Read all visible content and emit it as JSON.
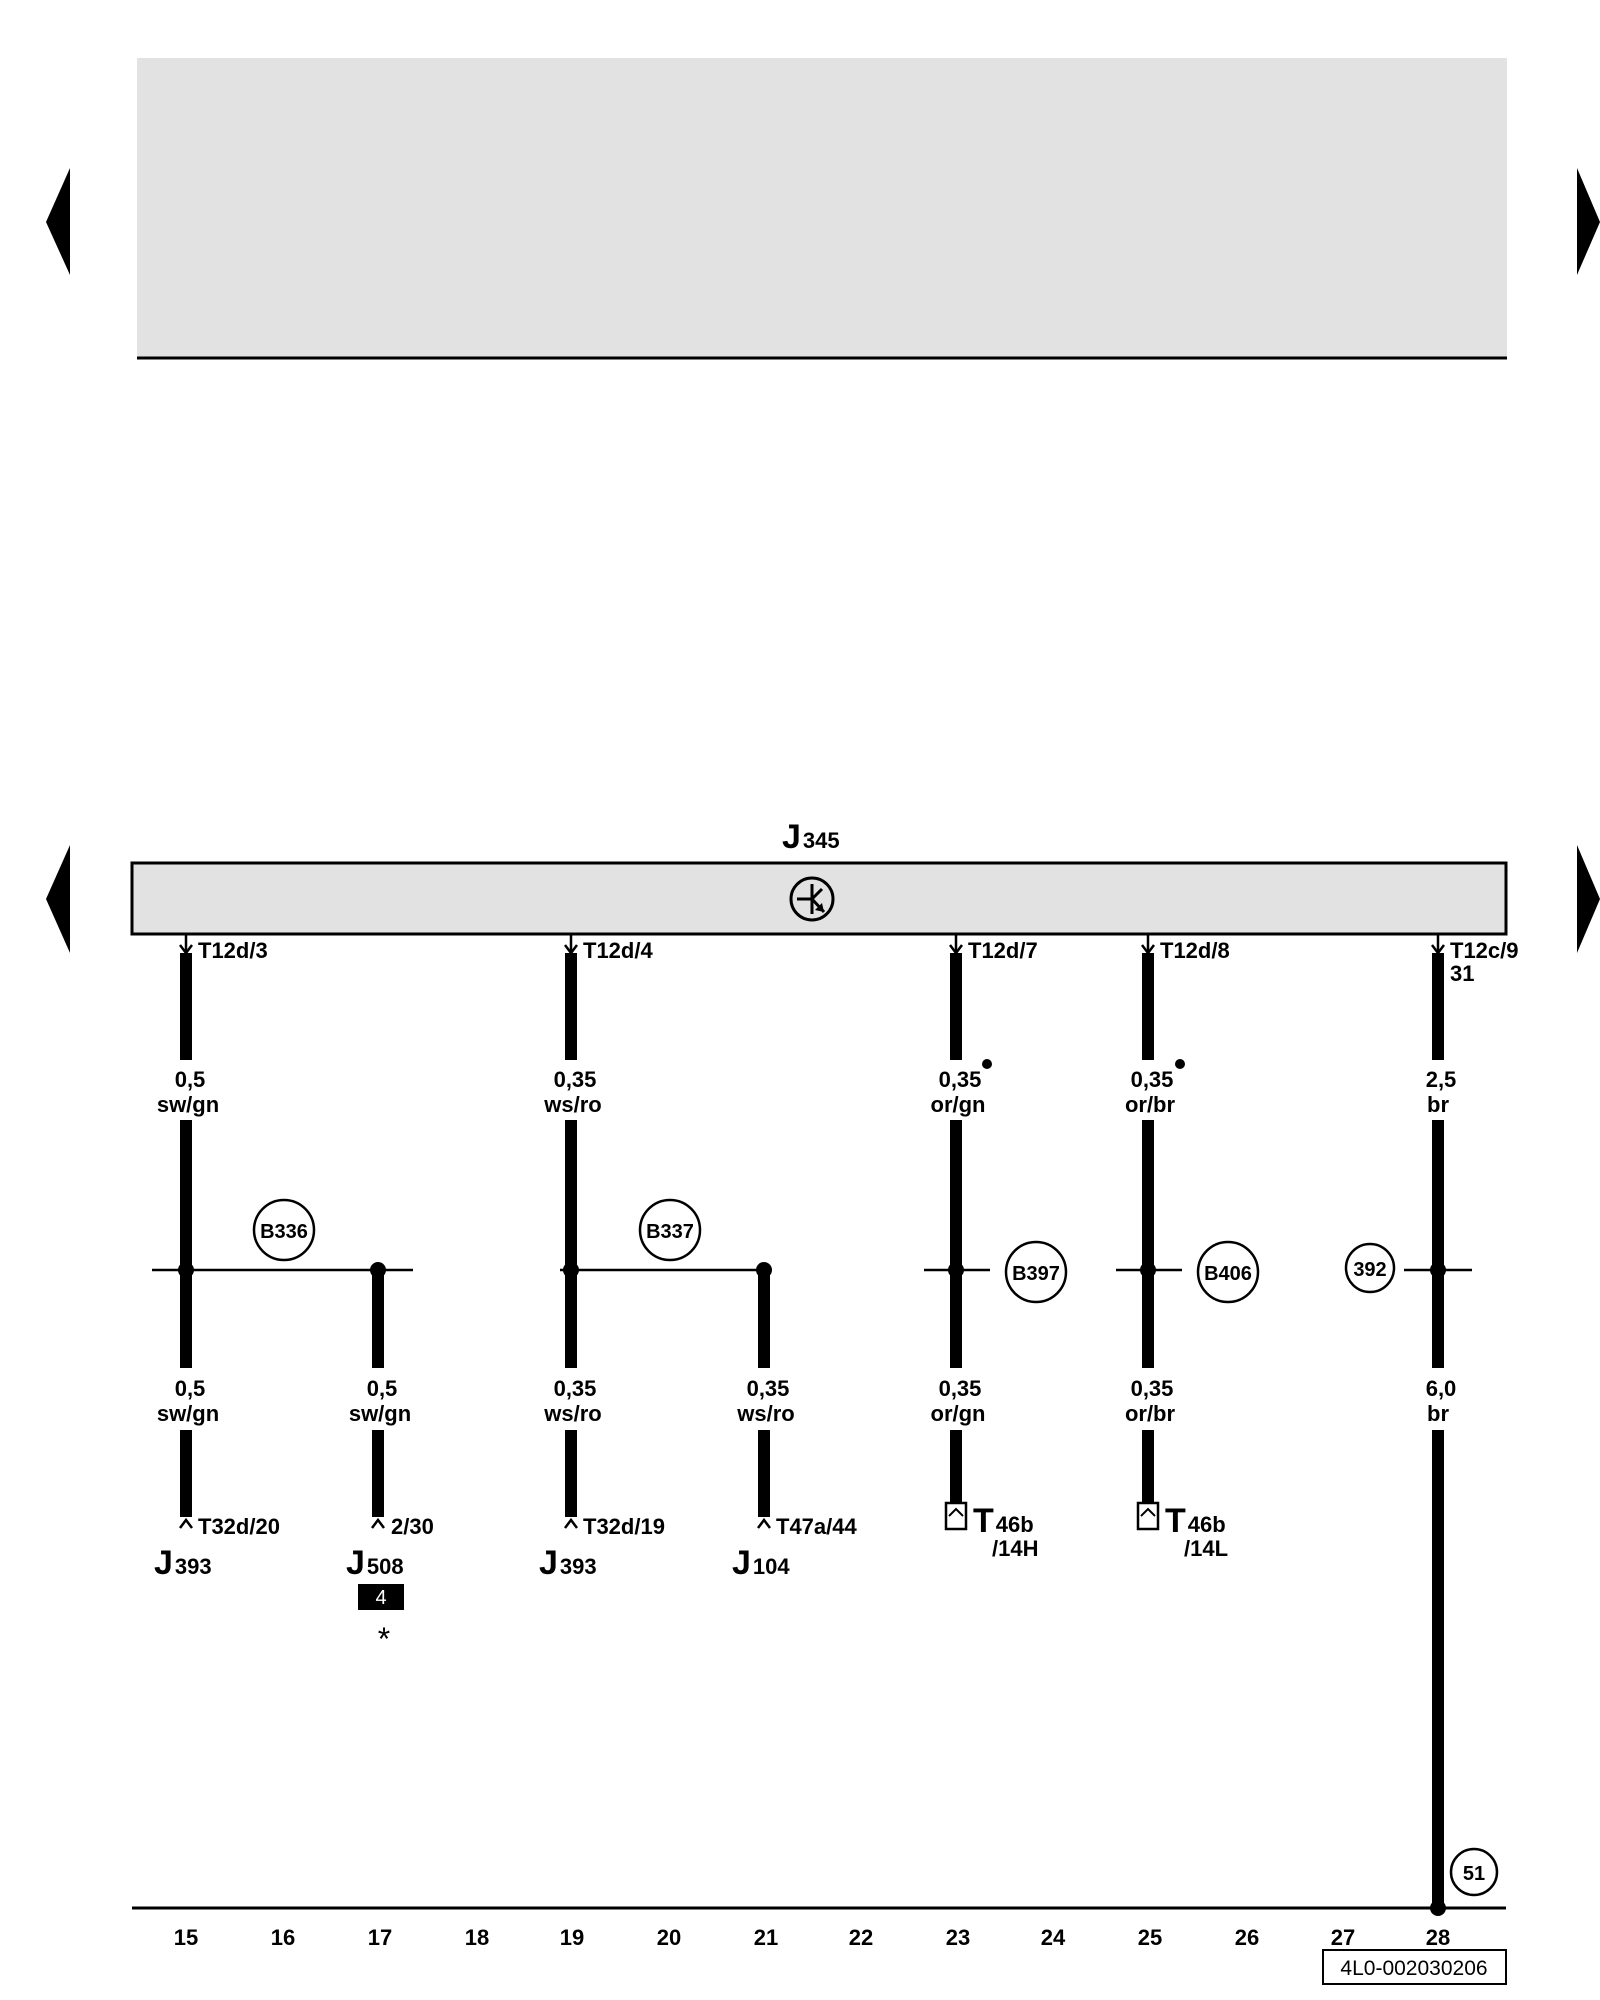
{
  "component": {
    "letter": "J",
    "number": "345"
  },
  "wires": [
    {
      "id": "w15",
      "pin": "T12d/3",
      "gauge_top": "0,5",
      "color_top": "sw/gn"
    },
    {
      "id": "w19",
      "pin": "T12d/4",
      "gauge_top": "0,35",
      "color_top": "ws/ro"
    },
    {
      "id": "w23",
      "pin": "T12d/7",
      "gauge_top": "0,35",
      "color_top": "or/gn"
    },
    {
      "id": "w25",
      "pin": "T12d/8",
      "gauge_top": "0,35",
      "color_top": "or/br"
    },
    {
      "id": "w28",
      "pin": "T12c/9",
      "pin_extra": "31",
      "gauge_top": "2,5",
      "color_top": "br"
    }
  ],
  "connections": {
    "b336": "B336",
    "b337": "B337",
    "b397": "B397",
    "b406": "B406",
    "c392": "392",
    "c51": "51"
  },
  "lower": {
    "c15": {
      "gauge": "0,5",
      "color": "sw/gn",
      "pin": "T32d/20",
      "comp_letter": "J",
      "comp_number": "393"
    },
    "c17": {
      "gauge": "0,5",
      "color": "sw/gn",
      "pin": "2/30",
      "comp_letter": "J",
      "comp_number": "508",
      "badge": "4",
      "note": "*"
    },
    "c19": {
      "gauge": "0,35",
      "color": "ws/ro",
      "pin": "T32d/19",
      "comp_letter": "J",
      "comp_number": "393"
    },
    "c21": {
      "gauge": "0,35",
      "color": "ws/ro",
      "pin": "T47a/44",
      "comp_letter": "J",
      "comp_number": "104"
    },
    "c23": {
      "gauge": "0,35",
      "color": "or/gn",
      "conn_letter": "T",
      "conn_number": "46b",
      "conn_pin": "/14H"
    },
    "c25": {
      "gauge": "0,35",
      "color": "or/br",
      "conn_letter": "T",
      "conn_number": "46b",
      "conn_pin": "/14L"
    },
    "c28": {
      "gauge": "6,0",
      "color": "br"
    }
  },
  "columns": [
    "15",
    "16",
    "17",
    "18",
    "19",
    "20",
    "21",
    "22",
    "23",
    "24",
    "25",
    "26",
    "27",
    "28"
  ],
  "footer_code": "4L0-002030206",
  "icons": {
    "nav_left_top": "left-triangle-icon",
    "nav_right_top": "right-triangle-icon",
    "nav_left_bottom": "left-triangle-icon",
    "nav_right_bottom": "right-triangle-icon",
    "relay_symbol": "transistor-symbol-icon",
    "connector_symbol": "connector-housing-icon"
  },
  "colors": {
    "panel": "#e2e2e2",
    "ink": "#000000"
  }
}
